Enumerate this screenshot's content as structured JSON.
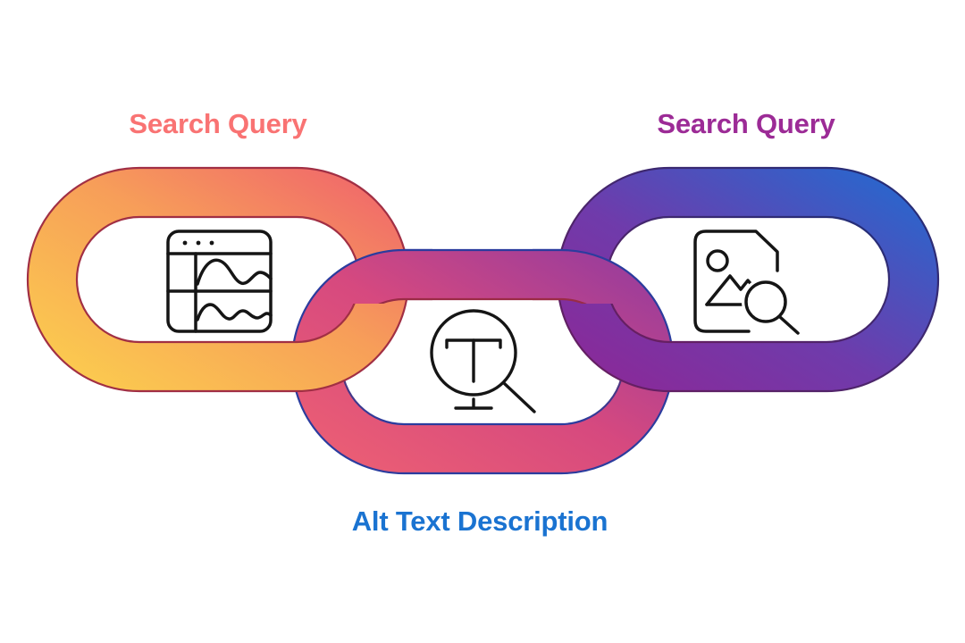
{
  "diagram": {
    "background": "#FFFFFF",
    "icon_stroke_color": "#151515",
    "links": [
      {
        "id": "left",
        "label": "Search Query",
        "label_color": "#F97373",
        "gradient": [
          "#FCD34D",
          "#F79E59",
          "#EF5E6E"
        ],
        "outline_color": "#A12F44",
        "icon": "browser-analytics-icon"
      },
      {
        "id": "center",
        "label": "Alt Text Description",
        "label_color": "#1A73D1",
        "gradient": [
          "#EF6272",
          "#D6497F",
          "#8E3AA1"
        ],
        "outline_colors": [
          "#9B2B45",
          "#2B3C9E"
        ],
        "icon": "text-search-icon"
      },
      {
        "id": "right",
        "label": "Search Query",
        "label_color": "#9C2B96",
        "gradient": [
          "#8F2695",
          "#6F3BAB",
          "#1D6ED3"
        ],
        "outline_colors": [
          "#6E1D60",
          "#1F2F7A"
        ],
        "icon": "image-search-icon"
      }
    ]
  }
}
